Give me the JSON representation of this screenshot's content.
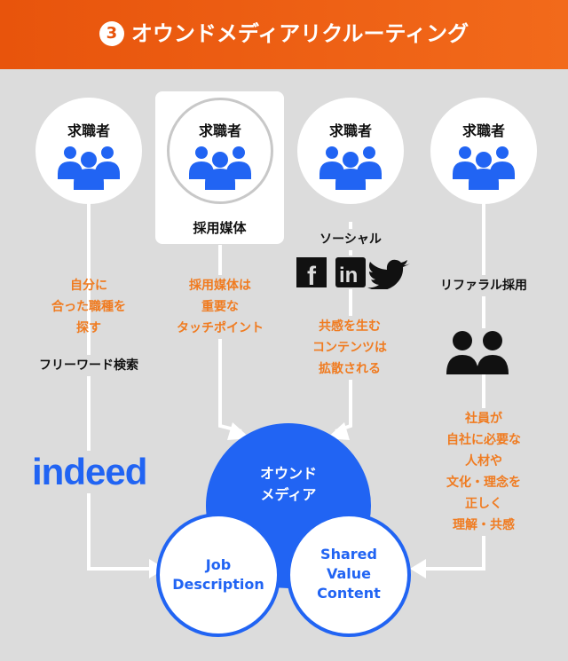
{
  "header": {
    "number": "3",
    "title": "オウンドメディアリクルーティング"
  },
  "columns": [
    {
      "label": "求職者"
    },
    {
      "label": "求職者",
      "caption": "採用媒体"
    },
    {
      "label": "求職者"
    },
    {
      "label": "求職者"
    }
  ],
  "notes": {
    "col1": [
      "自分に",
      "合った職種を",
      "探す"
    ],
    "col1_search": "フリーワード検索",
    "col2": [
      "採用媒体は",
      "重要な",
      "タッチポイント"
    ],
    "col3_heading": "ソーシャル",
    "col3": [
      "共感を生む",
      "コンテンツは",
      "拡散される"
    ],
    "col4_heading": "リファラル採用",
    "col4": [
      "社員が",
      "自社に必要な",
      "人材や",
      "文化・理念を",
      "正しく",
      "理解・共感"
    ]
  },
  "logos": {
    "indeed": "indeed",
    "facebook": "f",
    "linkedin": "in"
  },
  "center": {
    "top": [
      "オウンド",
      "メディア"
    ],
    "left": [
      "Job",
      "Description"
    ],
    "right": [
      "Shared",
      "Value",
      "Content"
    ]
  },
  "colors": {
    "orange": "#f07b20",
    "blue": "#2164f3",
    "header": "#e8540c",
    "background": "#dcdcdc"
  },
  "icons": [
    "people-group-icon",
    "two-people-icon",
    "facebook-icon",
    "linkedin-icon",
    "twitter-icon"
  ]
}
